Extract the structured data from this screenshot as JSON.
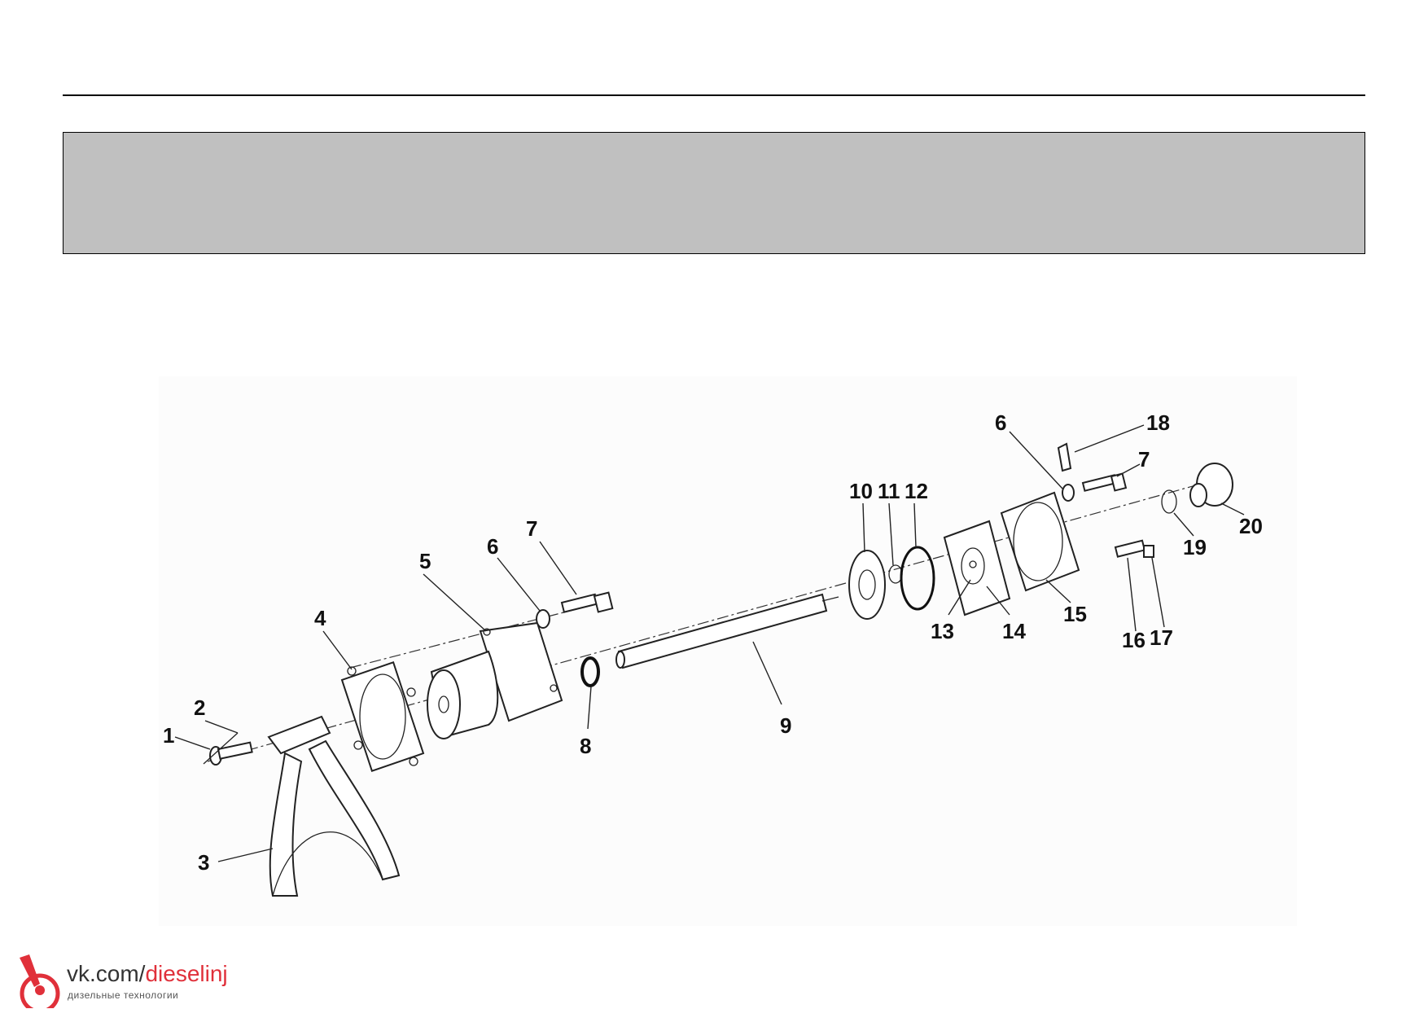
{
  "diagram": {
    "callouts": [
      "1",
      "2",
      "3",
      "4",
      "5",
      "6",
      "7",
      "8",
      "9",
      "10",
      "11",
      "12",
      "13",
      "14",
      "15",
      "16",
      "17",
      "18",
      "6",
      "7",
      "19",
      "20"
    ]
  },
  "logo": {
    "domain_prefix": "vk.com/",
    "domain_name": "dieselinj",
    "subtitle": "дизельные технологии",
    "accent_color": "#e0303a"
  }
}
